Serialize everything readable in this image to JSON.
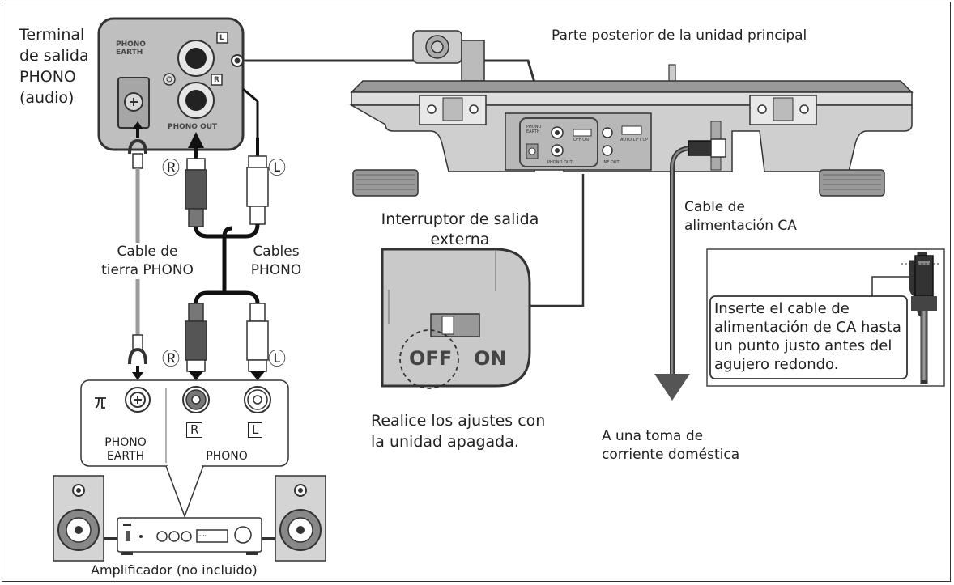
{
  "labels": {
    "terminal": [
      "Terminal",
      "de salida",
      "PHONO",
      "(audio)"
    ],
    "rear_panel": "Parte posterior de la unidad principal",
    "switch_title": [
      "Interruptor de salida",
      "externa"
    ],
    "ground_cable": [
      "Cable de",
      "tierra PHONO"
    ],
    "phono_cables": [
      "Cables",
      "PHONO"
    ],
    "ac_cable": [
      "Cable de",
      "alimentación CA"
    ],
    "settings_note": [
      "Realice los ajustes con",
      "la unidad apagada."
    ],
    "outlet": [
      "A una toma de",
      "corriente doméstica"
    ],
    "insert_note": [
      "Inserte el cable de",
      "alimentación de CA hasta",
      "un punto justo antes del",
      "agujero redondo."
    ],
    "amp_phono_earth": [
      "PHONO",
      "EARTH"
    ],
    "amp_phono": "PHONO",
    "amplifier": "Amplificador (no incluido)"
  },
  "panel": {
    "phono_earth": [
      "PHONO",
      "EARTH"
    ],
    "phono_out": "PHONO OUT",
    "l_mark": "L",
    "r_mark": "R"
  },
  "unit_panel": {
    "phono_earth": [
      "PHONO",
      "EARTH"
    ],
    "phono_out": "PHONO OUT",
    "off_on": "OFF  ON",
    "auto_lift_up": "AUTO LIFT UP",
    "line_out": "INE OUT"
  },
  "plugs": {
    "r": "Ⓡ",
    "l": "Ⓛ"
  },
  "amp_jacks": {
    "r": "R",
    "l": "L"
  },
  "switch": {
    "off": "OFF",
    "on": "ON"
  },
  "amp_display": "····"
}
